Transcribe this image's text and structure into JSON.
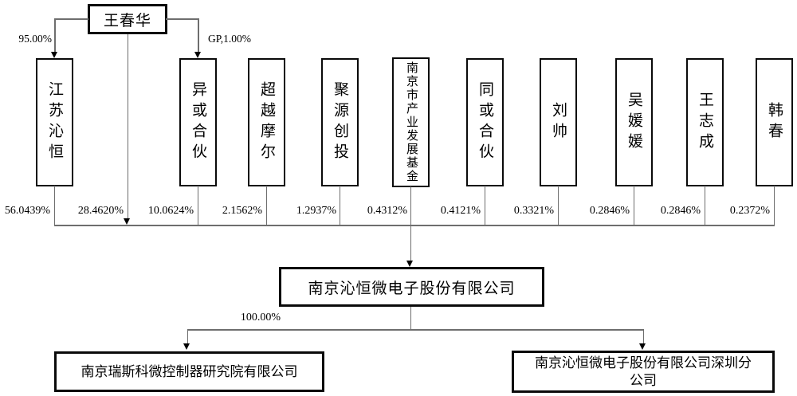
{
  "top_shareholder": {
    "name": "王春华",
    "left_branch_label": "95.00%",
    "right_branch_label": "GP,1.00%",
    "direct_pct": "28.4620%"
  },
  "shareholder_boxes": [
    {
      "name": "江苏沁恒",
      "pct": "56.0439%"
    },
    {
      "name": "异或合伙",
      "pct": "10.0624%"
    },
    {
      "name": "超越摩尔",
      "pct": "2.1562%"
    },
    {
      "name": "聚源创投",
      "pct": "1.2937%"
    },
    {
      "name": "南京市产业发展基金",
      "pct": "0.4312%"
    },
    {
      "name": "同或合伙",
      "pct": "0.4121%"
    },
    {
      "name": "刘帅",
      "pct": "0.3321%"
    },
    {
      "name": "吴媛媛",
      "pct": "0.2846%"
    },
    {
      "name": "王志成",
      "pct": "0.2846%"
    },
    {
      "name": "韩春",
      "pct": "0.2372%"
    }
  ],
  "company": {
    "name": "南京沁恒微电子股份有限公司"
  },
  "subsidiaries": [
    {
      "name": "南京瑞斯科微控制器研究院有限公司",
      "pct": "100.00%"
    },
    {
      "name": "南京沁恒微电子股份有限公司深圳分公司"
    }
  ]
}
